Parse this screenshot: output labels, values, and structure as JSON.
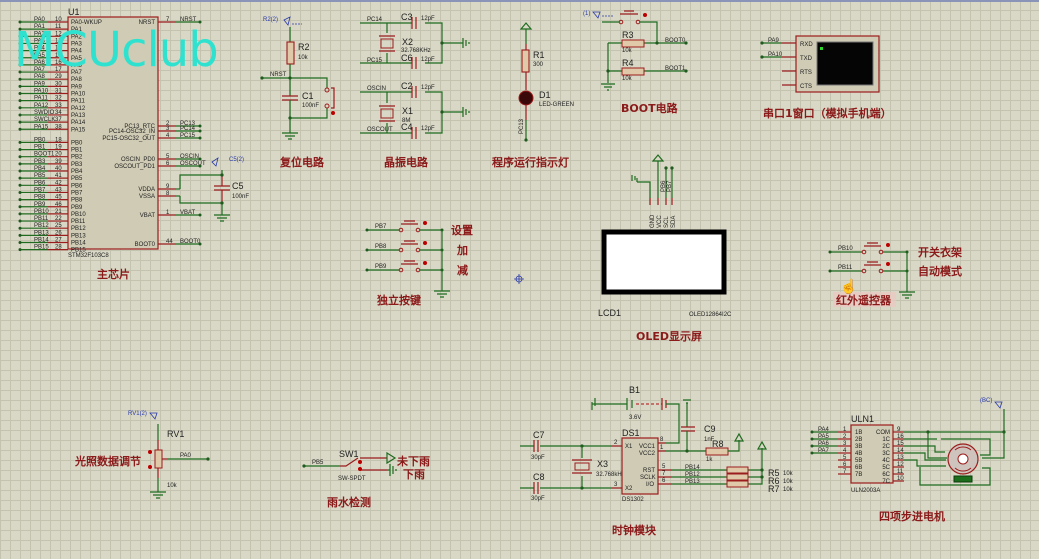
{
  "watermark": "MCUclub",
  "sections": {
    "main_chip": "主芯片",
    "reset": "复位电路",
    "crystal": "晶振电路",
    "led": "程序运行指示灯",
    "boot": "BOOT电路",
    "uart": "串口1窗口（模拟手机端）",
    "keys": "独立按键",
    "oled": "OLED显示屏",
    "ir": "红外遥控器",
    "light": "光照数据调节",
    "rain": "雨水检测",
    "clock": "时钟模块",
    "stepper": "四项步进电机"
  },
  "mcu": {
    "ref": "U1",
    "part": "STM32F103C8",
    "left_pins": [
      {
        "net": "PA0",
        "num": "10",
        "name": "PA0-WKUP"
      },
      {
        "net": "PA1",
        "num": "11",
        "name": "PA1"
      },
      {
        "net": "PA2",
        "num": "12",
        "name": "PA2"
      },
      {
        "net": "PA3",
        "num": "13",
        "name": "PA3"
      },
      {
        "net": "PA4",
        "num": "14",
        "name": "PA4"
      },
      {
        "net": "PA5",
        "num": "15",
        "name": "PA5"
      },
      {
        "net": "PA6",
        "num": "16",
        "name": "PA6"
      },
      {
        "net": "PA7",
        "num": "17",
        "name": "PA7"
      },
      {
        "net": "PA8",
        "num": "29",
        "name": "PA8"
      },
      {
        "net": "PA9",
        "num": "30",
        "name": "PA9"
      },
      {
        "net": "PA10",
        "num": "31",
        "name": "PA10"
      },
      {
        "net": "PA11",
        "num": "32",
        "name": "PA11"
      },
      {
        "net": "PA12",
        "num": "33",
        "name": "PA12"
      },
      {
        "net": "SWDIO",
        "num": "34",
        "name": "PA13"
      },
      {
        "net": "SWCLK",
        "num": "37",
        "name": "PA14"
      },
      {
        "net": "PA15",
        "num": "38",
        "name": "PA15"
      },
      {
        "net": "PB0",
        "num": "18",
        "name": "PB0"
      },
      {
        "net": "PB1",
        "num": "19",
        "name": "PB1"
      },
      {
        "net": "BOOT1",
        "num": "20",
        "name": "PB2"
      },
      {
        "net": "PB3",
        "num": "39",
        "name": "PB3"
      },
      {
        "net": "PB4",
        "num": "40",
        "name": "PB4"
      },
      {
        "net": "PB5",
        "num": "41",
        "name": "PB5"
      },
      {
        "net": "PB6",
        "num": "42",
        "name": "PB6"
      },
      {
        "net": "PB7",
        "num": "43",
        "name": "PB7"
      },
      {
        "net": "PB8",
        "num": "45",
        "name": "PB8"
      },
      {
        "net": "PB9",
        "num": "46",
        "name": "PB9"
      },
      {
        "net": "PB10",
        "num": "21",
        "name": "PB10"
      },
      {
        "net": "PB11",
        "num": "22",
        "name": "PB11"
      },
      {
        "net": "PB12",
        "num": "25",
        "name": "PB12"
      },
      {
        "net": "PB13",
        "num": "26",
        "name": "PB13"
      },
      {
        "net": "PB14",
        "num": "27",
        "name": "PB14"
      },
      {
        "net": "PB15",
        "num": "28",
        "name": "PB15"
      }
    ],
    "right_pins": [
      {
        "net": "NRST",
        "num": "7",
        "name": "NRST"
      },
      {
        "net": "PC13",
        "num": "2",
        "name": "PC13_RTC"
      },
      {
        "net": "PC14",
        "num": "3",
        "name": "PC14-OSC32_IN"
      },
      {
        "net": "PC15",
        "num": "4",
        "name": "PC15-OSC32_OUT"
      },
      {
        "net": "OSCIN",
        "num": "5",
        "name": "OSCIN_PD0"
      },
      {
        "net": "OSCOUT",
        "num": "6",
        "name": "OSCOUT_PD1"
      },
      {
        "net": "",
        "num": "9",
        "name": "VDDA"
      },
      {
        "net": "",
        "num": "8",
        "name": "VSSA"
      },
      {
        "net": "VBAT",
        "num": "1",
        "name": "VBAT"
      },
      {
        "net": "BOOT0",
        "num": "44",
        "name": "BOOT0"
      }
    ],
    "c5": {
      "ref": "C5",
      "value": "100nF",
      "probe": "C5(2)"
    }
  },
  "reset": {
    "probe": "R2(2)",
    "r2": {
      "ref": "R2",
      "value": "10k"
    },
    "c1": {
      "ref": "C1",
      "value": "100nF"
    },
    "net": "NRST"
  },
  "crystal": {
    "x2": {
      "ref": "X2",
      "value": "32.768KHz"
    },
    "x1": {
      "ref": "X1",
      "value": "8M"
    },
    "c3": {
      "ref": "C3",
      "value": "12pF"
    },
    "c6": {
      "ref": "C6",
      "value": "12pF"
    },
    "c2": {
      "ref": "C2",
      "value": "12pF"
    },
    "c4": {
      "ref": "C4",
      "value": "12pF"
    },
    "nets": [
      "PC14",
      "PC15",
      "OSCIN",
      "OSCOUT"
    ]
  },
  "led": {
    "r1": {
      "ref": "R1",
      "value": "300"
    },
    "d1": {
      "ref": "D1",
      "value": "LED-GREEN"
    },
    "net": "PC13"
  },
  "boot": {
    "probe": "(1)",
    "r3": {
      "ref": "R3",
      "value": "10k"
    },
    "r4": {
      "ref": "R4",
      "value": "10k"
    },
    "nets": [
      "BOOT0",
      "BOOT1"
    ]
  },
  "uart": {
    "nets": [
      "PA9",
      "PA10"
    ],
    "pins": [
      "RXD",
      "TXD",
      "RTS",
      "CTS"
    ]
  },
  "keys": {
    "items": [
      {
        "net": "PB7",
        "label": "设置"
      },
      {
        "net": "PB8",
        "label": "加"
      },
      {
        "net": "PB9",
        "label": "减"
      }
    ]
  },
  "oled": {
    "ref": "LCD1",
    "part": "OLED12864I2C",
    "pins": [
      "GND",
      "VCC",
      "SCL",
      "SDA"
    ],
    "nets": [
      "PB6",
      "PB7"
    ]
  },
  "ir": {
    "items": [
      {
        "net": "PB10",
        "label": "开关衣架"
      },
      {
        "net": "PB11",
        "label": "自动模式"
      }
    ]
  },
  "light": {
    "probe": "RV1(2)",
    "ref": "RV1",
    "value": "10k",
    "net": "PA0"
  },
  "rain": {
    "ref": "SW1",
    "part": "SW-SPDT",
    "net": "PB5",
    "options": [
      "未下雨",
      "下雨"
    ]
  },
  "clock": {
    "b1": {
      "ref": "B1",
      "value": "3.6V"
    },
    "c9": {
      "ref": "C9",
      "value": "1nF"
    },
    "r8": {
      "ref": "R8",
      "value": "1k"
    },
    "c7": {
      "ref": "C7",
      "value": "30pF"
    },
    "c8": {
      "ref": "C8",
      "value": "30pF"
    },
    "x3": {
      "ref": "X3",
      "value": "32.768kHz"
    },
    "ds1": {
      "ref": "DS1",
      "part": "DS1302",
      "pins": [
        {
          "num": "2",
          "name": "X1"
        },
        {
          "num": "3",
          "name": "X2"
        },
        {
          "num": "8",
          "name": "VCC1"
        },
        {
          "num": "1",
          "name": "VCC2"
        },
        {
          "num": "5",
          "name": "RST"
        },
        {
          "num": "7",
          "name": "SCLK"
        },
        {
          "num": "6",
          "name": "I/O"
        }
      ]
    },
    "nets": [
      "PB14",
      "PB12",
      "PB13"
    ],
    "pullups": [
      {
        "ref": "R5",
        "value": "10k"
      },
      {
        "ref": "R6",
        "value": "10k"
      },
      {
        "ref": "R7",
        "value": "10k"
      }
    ]
  },
  "stepper": {
    "ref": "ULN1",
    "part": "ULN2003A",
    "probe": "(BC)",
    "nets": [
      "PA4",
      "PA5",
      "PA6",
      "PA7"
    ],
    "left_pins": [
      {
        "num": "1",
        "name": "1B"
      },
      {
        "num": "2",
        "name": "2B"
      },
      {
        "num": "3",
        "name": "3B"
      },
      {
        "num": "4",
        "name": "4B"
      },
      {
        "num": "5",
        "name": "5B"
      },
      {
        "num": "6",
        "name": "6B"
      },
      {
        "num": "7",
        "name": "7B"
      }
    ],
    "right_pins": [
      {
        "num": "9",
        "name": "COM"
      },
      {
        "num": "16",
        "name": "1C"
      },
      {
        "num": "15",
        "name": "2C"
      },
      {
        "num": "14",
        "name": "3C"
      },
      {
        "num": "13",
        "name": "4C"
      },
      {
        "num": "12",
        "name": "5C"
      },
      {
        "num": "11",
        "name": "6C"
      },
      {
        "num": "10",
        "name": "7C"
      }
    ]
  }
}
